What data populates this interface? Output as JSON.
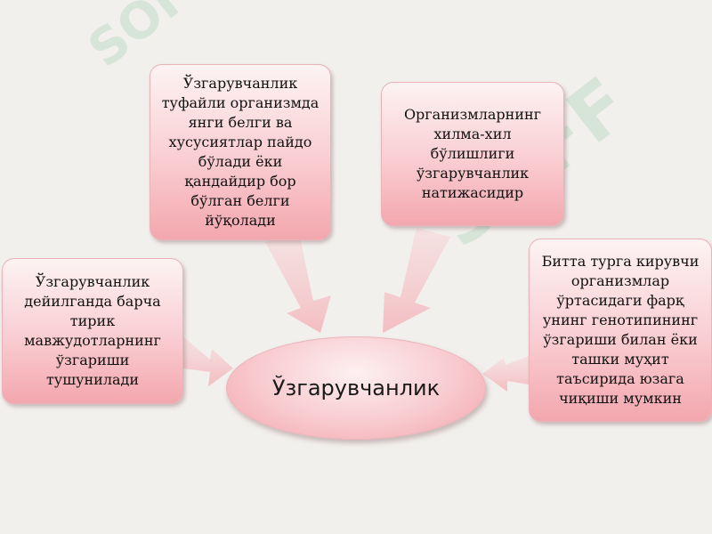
{
  "center": {
    "label": "Ўзгарувчанлик"
  },
  "boxes": {
    "top_left": "Ўзгарувчанлик\nтуфайли организмда\nянги белги ва\nхусусиятлар пайдо\nбўлади ёки\nқандайдир бор\nбўлган белги\nйўқолади",
    "top_right": "Организмларнинг\nхилма-хил\nбўлишлиги\nўзгарувчанлик\nнатижасидир",
    "left": "Ўзгарувчанлик\nдейилганда барча\nтирик\nмавжудотларнинг\nўзгариши\nтушунилади",
    "right": "Битта турга кирувчи\nорганизмлар\nўртасидаги фарқ\nунинг  генотипининг\nўзгариши билан ёки\nташки муҳит\nтаъсирида юзага\nчиқиши мумкин"
  },
  "watermark": {
    "text": "SOFF"
  },
  "colors": {
    "box_fill_top": "#fdf3f3",
    "box_fill_bottom": "#f3a7ae",
    "arrow_fill": "#f6c9cc",
    "background": "#f2f0ed"
  }
}
